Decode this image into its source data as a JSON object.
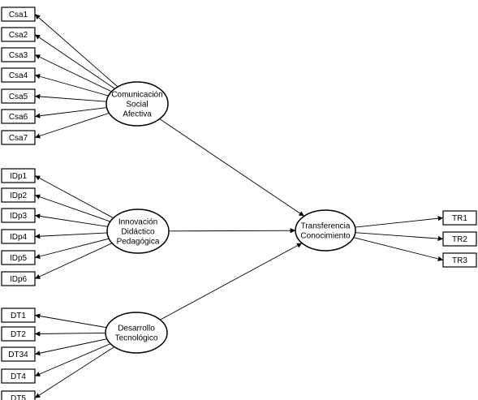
{
  "diagram": {
    "latents": {
      "csa": {
        "lines": [
          "Comunicación",
          "Social",
          "Afectiva"
        ]
      },
      "idp": {
        "lines": [
          "Innovación",
          "Didáctico",
          "Pedagógica"
        ]
      },
      "dt": {
        "lines": [
          "Desarrollo",
          "Tecnológico"
        ]
      },
      "tr": {
        "lines": [
          "Transferencia",
          "Conocimiento"
        ]
      }
    },
    "indicators": {
      "csa": [
        "Csa1",
        "Csa2",
        "Csa3",
        "Csa4",
        "Csa5",
        "Csa6",
        "Csa7"
      ],
      "idp": [
        "IDp1",
        "IDp2",
        "IDp3",
        "IDp4",
        "IDp5",
        "IDp6"
      ],
      "dt": [
        "DT1",
        "DT2",
        "DT34",
        "DT4",
        "DT5"
      ],
      "tr": [
        "TR1",
        "TR2",
        "TR3"
      ]
    },
    "paths": [
      {
        "from": "csa",
        "to": "tr"
      },
      {
        "from": "idp",
        "to": "tr"
      },
      {
        "from": "dt",
        "to": "tr"
      }
    ]
  }
}
